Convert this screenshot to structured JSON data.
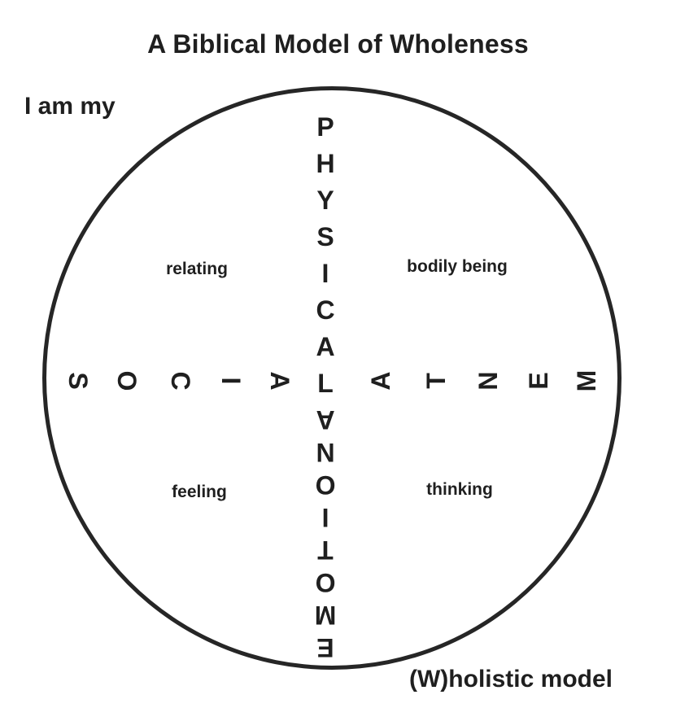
{
  "title": "A Biblical Model of Wholeness",
  "intro": "I am my",
  "footer": "(W)holistic model",
  "axes": {
    "physical": [
      "P",
      "H",
      "Y",
      "S",
      "I",
      "C",
      "A",
      "L"
    ],
    "emotional": [
      "A",
      "N",
      "O",
      "I",
      "T",
      "O",
      "M",
      "E"
    ],
    "social": [
      "S",
      "O",
      "C",
      "I",
      "A"
    ],
    "mental": [
      "A",
      "T",
      "N",
      "E",
      "M"
    ]
  },
  "quadrants": {
    "relating": "relating",
    "bodily_being": "bodily being",
    "feeling": "feeling",
    "thinking": "thinking"
  }
}
